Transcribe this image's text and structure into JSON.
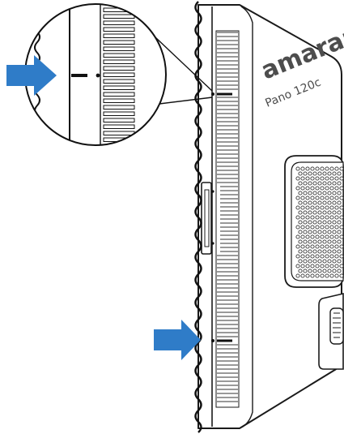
{
  "product": {
    "brand": "amaran",
    "model": "Pano 120c"
  },
  "colors": {
    "arrow": "#2f7cc8",
    "line": "#1a1a1a",
    "body": "#ffffff",
    "text": "#4d4d4d",
    "grille": "#333333"
  },
  "callouts": [
    {
      "name": "upper-mark-arrow",
      "icon": "arrow-right-icon"
    },
    {
      "name": "lower-mark-arrow",
      "icon": "arrow-right-icon"
    }
  ],
  "zoom_inset": {
    "icon": "magnifier-circle",
    "shows": "alignment-mark"
  }
}
